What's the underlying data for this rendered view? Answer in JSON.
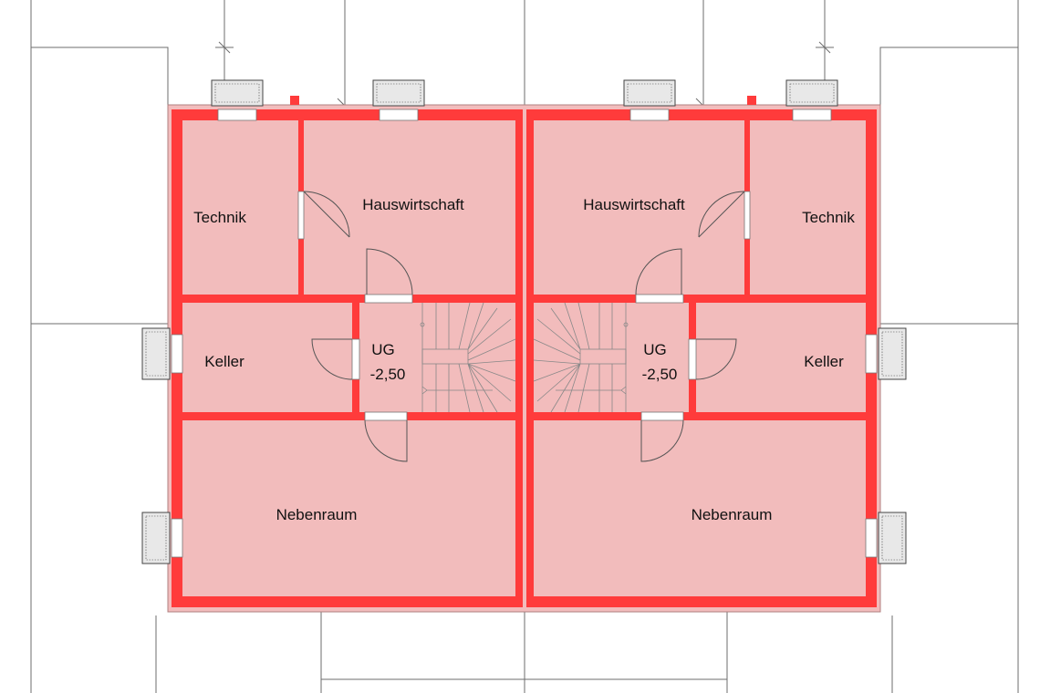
{
  "rooms_left": {
    "technik": "Technik",
    "hauswirtschaft": "Hauswirtschaft",
    "keller": "Keller",
    "ug_label": "UG",
    "ug_level": "-2,50",
    "nebenraum": "Nebenraum"
  },
  "rooms_right": {
    "technik": "Technik",
    "hauswirtschaft": "Hauswirtschaft",
    "keller": "Keller",
    "ug_label": "UG",
    "ug_level": "-2,50",
    "nebenraum": "Nebenraum"
  },
  "colors": {
    "wall": "#ff3b3b",
    "outline": "#6d6d6d",
    "background": "#ffffff"
  }
}
